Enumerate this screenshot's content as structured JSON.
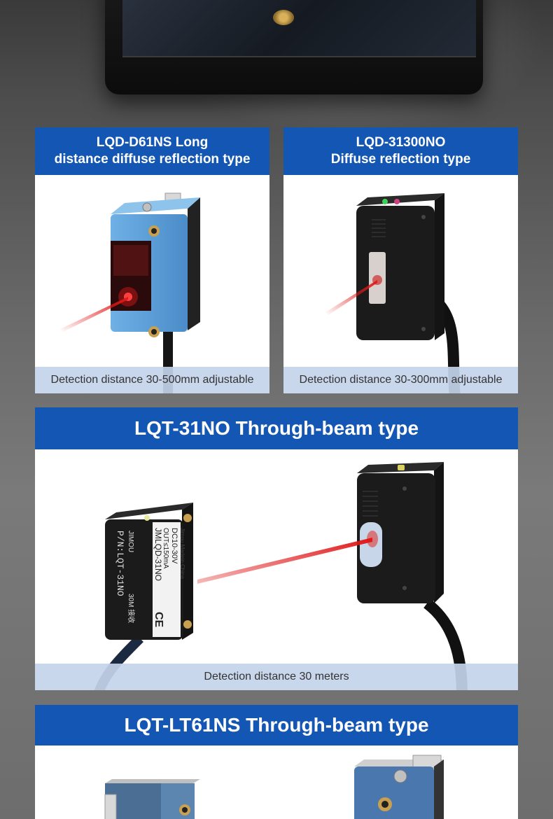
{
  "colors": {
    "header_blue": "#1356b3",
    "caption_bg": "#c4d4ea",
    "laser_red": "#e01818",
    "sensor_blue": "#5a9bd6",
    "sensor_black": "#1b1b1b"
  },
  "cards": [
    {
      "title_line1": "LQD-D61NS Long",
      "title_line2": "distance diffuse reflection type",
      "caption": "Detection distance 30-500mm adjustable"
    },
    {
      "title_line1": "LQD-31300NO",
      "title_line2": "Diffuse reflection type",
      "caption": "Detection distance 30-300mm adjustable"
    },
    {
      "title": "LQT-31NO Through-beam type",
      "caption": "Detection distance 30 meters",
      "label": {
        "brand": "JIMOU",
        "model": "JMLQD-31NO",
        "power": "DC10-30V",
        "output": "OUT≤150mA",
        "maker": "Jimou Madein China",
        "part": "P/N:LQT-31NO",
        "range": "30M 接收",
        "ce": "CE"
      }
    },
    {
      "title": "LQT-LT61NS Through-beam type"
    }
  ]
}
